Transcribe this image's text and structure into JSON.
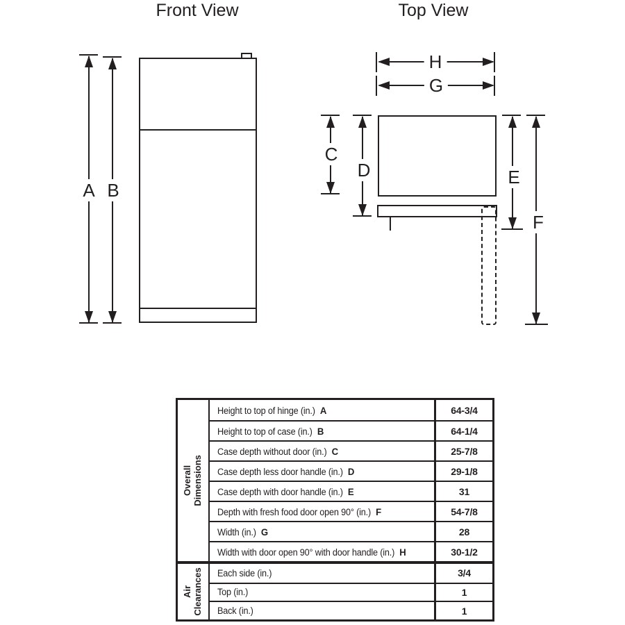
{
  "colors": {
    "ink": "#231f20",
    "background": "#ffffff"
  },
  "front_view": {
    "title": "Front View",
    "labels": {
      "a": "A",
      "b": "B"
    }
  },
  "top_view": {
    "title": "Top View",
    "labels": {
      "c": "C",
      "d": "D",
      "e": "E",
      "f": "F",
      "g": "G",
      "h": "H"
    }
  },
  "table": {
    "sections": [
      {
        "header_lines": [
          "Overall",
          "Dimensions"
        ],
        "rows": [
          {
            "label": "Height to top of hinge (in.)",
            "letter": "A",
            "value": "64-3/4"
          },
          {
            "label": "Height to top of case (in.)",
            "letter": "B",
            "value": "64-1/4"
          },
          {
            "label": "Case depth without door (in.)",
            "letter": "C",
            "value": "25-7/8"
          },
          {
            "label": "Case depth less door handle (in.)",
            "letter": "D",
            "value": "29-1/8"
          },
          {
            "label": "Case depth with door handle (in.)",
            "letter": "E",
            "value": "31"
          },
          {
            "label": "Depth with fresh food door open 90° (in.)",
            "letter": "F",
            "value": "54-7/8"
          },
          {
            "label": "Width (in.)",
            "letter": "G",
            "value": "28"
          },
          {
            "label": "Width with door open 90° with door handle (in.)",
            "letter": "H",
            "value": "30-1/2"
          }
        ]
      },
      {
        "header_lines": [
          "Air",
          "Clearances"
        ],
        "rows": [
          {
            "label": "Each side (in.)",
            "letter": "",
            "value": "3/4"
          },
          {
            "label": "Top (in.)",
            "letter": "",
            "value": "1"
          },
          {
            "label": "Back (in.)",
            "letter": "",
            "value": "1"
          }
        ]
      }
    ]
  }
}
